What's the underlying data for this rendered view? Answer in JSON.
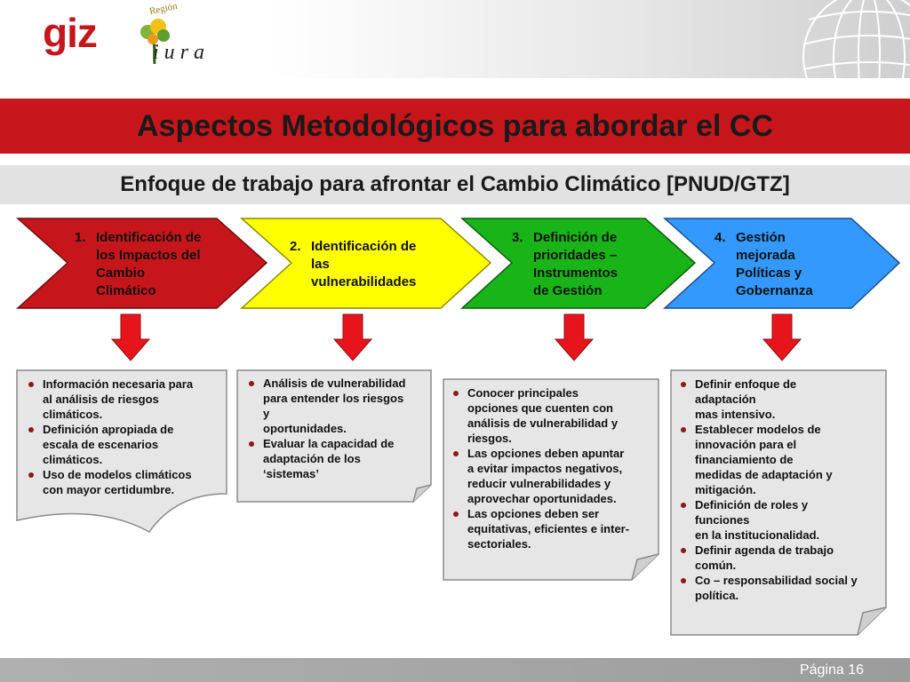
{
  "header": {
    "giz_logo_text": "giz",
    "region_logo_top": "Región",
    "region_logo_name": "iura"
  },
  "title": "Aspectos Metodológicos para abordar el CC",
  "subtitle": "Enfoque de trabajo para afrontar el Cambio Climático [PNUD/GTZ]",
  "steps": [
    {
      "number": "1.",
      "label": "Identificación de\nlos Impactos del\nCambio\nClimático",
      "color": "#c6161c"
    },
    {
      "number": "2.",
      "label": "Identificación de\nlas\nvulnerabilidades",
      "color": "#ffff00"
    },
    {
      "number": "3.",
      "label": "Definición de\nprioridades –\nInstrumentos\nde Gestión",
      "color": "#18b418"
    },
    {
      "number": "4.",
      "label": "Gestión\nmejorada\nPolíticas y\nGobernanza",
      "color": "#3399ff"
    }
  ],
  "notes": [
    {
      "items": [
        "Información necesaria para\nal análisis de riesgos\nclimáticos.",
        "Definición apropiada de\nescala de escenarios\nclimáticos.",
        "Uso de modelos climáticos\ncon mayor certidumbre."
      ]
    },
    {
      "items": [
        "Análisis de vulnerabilidad\npara entender los riesgos\ny\noportunidades.",
        "Evaluar la capacidad de\nadaptación de los\n‘sistemas’"
      ]
    },
    {
      "items": [
        "Conocer principales\nopciones que cuenten con\nanálisis de vulnerabilidad y\nriesgos.",
        "Las opciones deben apuntar\na evitar impactos negativos,\nreducir  vulnerabilidades y\naprovechar oportunidades.",
        "Las opciones deben ser\nequitativas, eficientes e inter-\nsectoriales."
      ]
    },
    {
      "items": [
        "Definir enfoque de\nadaptación\nmas intensivo.",
        "Establecer modelos de\ninnovación para el\nfinanciamiento de\nmedidas de adaptación y\nmitigación.",
        "Definición de roles y\nfunciones\nen la institucionalidad.",
        "Definir agenda de trabajo\ncomún.",
        "Co – responsabilidad social y\npolítica."
      ]
    }
  ],
  "colors": {
    "title_bar": "#c6161c",
    "arrow": "#e8141c",
    "bullet": "#8b1a1a",
    "note_fill": "#e6e6e6"
  },
  "footer": {
    "page_label": "Página 16"
  }
}
